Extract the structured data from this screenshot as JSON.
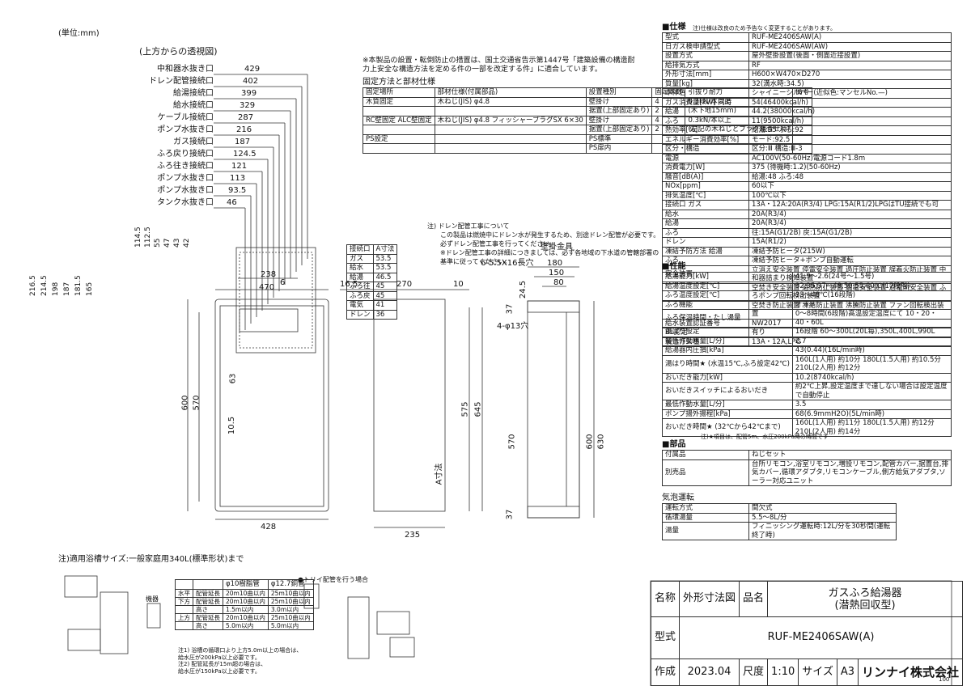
{
  "unit_note": "(単位:mm)",
  "top_view": {
    "title": "(上方からの透視図)",
    "rows": [
      {
        "label": "中和器水抜き口",
        "value": "429"
      },
      {
        "label": "ドレン配管接続口",
        "value": "402"
      },
      {
        "label": "給湯接続口",
        "value": "399"
      },
      {
        "label": "給水接続口",
        "value": "329"
      },
      {
        "label": "ケーブル接続口",
        "value": "287"
      },
      {
        "label": "ポンプ水抜き口",
        "value": "216"
      },
      {
        "label": "ガス接続口",
        "value": "187"
      },
      {
        "label": "ふろ戻り接続口",
        "value": "124.5"
      },
      {
        "label": "ふろ往き接続口",
        "value": "121"
      },
      {
        "label": "ポンプ水抜き口",
        "value": "113"
      },
      {
        "label": "ポンプ水抜き口",
        "value": "93.5"
      },
      {
        "label": "タンク水抜き口",
        "value": "46"
      }
    ],
    "vertical_dims": [
      "114.5",
      "112.5",
      "55",
      "47",
      "43",
      "42"
    ],
    "side_dims": [
      "216.5",
      "214.5",
      "198",
      "187",
      "181.5",
      "165"
    ]
  },
  "note_install": "※本製品の設置・転倒防止の措置は、国土交通省告示第1447号「建築設備の構造耐力上安全な構造方法を定める件の一部を改定する件」に適合しています。",
  "fixing": {
    "title": "固定方法と部材仕様",
    "headers": [
      "固定場所",
      "部材仕様(付属部品)",
      "設置種別",
      "固定本数",
      "引抜り耐力",
      "備考"
    ],
    "rows": [
      [
        "木質固定",
        "木ねじ(JIS) φ4.8",
        "壁掛け",
        "4",
        "0.3kN/本以上",
        ""
      ],
      [
        "",
        "",
        "据置(上部固定あり)",
        "2",
        "(木下地15mm)",
        ""
      ],
      [
        "RC壁固定 ALC壁固定",
        "木ねじ(JIS) φ4.8 フィッシャープラグSX 6×30",
        "壁掛け",
        "4",
        "0.3kN/本以上",
        ""
      ],
      [
        "",
        "",
        "据置(上部固定あり)",
        "2",
        "(左記の木ねじとプラグ組合せ時)",
        ""
      ],
      [
        "PS設定",
        "",
        "PS標準",
        "",
        "",
        ""
      ],
      [
        "",
        "",
        "PS扉内",
        "",
        "",
        ""
      ]
    ]
  },
  "drain_note": [
    "注) ドレン配管工事について",
    "この製品は燃焼中にドレン水が発生するため、別途ドレン配管が必要です。",
    "必ずドレン配管工事を行ってください。",
    "※ドレン配管工事の詳細につきましては、必ず各地域の下水道の管轄部署の",
    "基準に従ってください。"
  ],
  "conn_table": {
    "headers": [
      "接続口",
      "A寸法"
    ],
    "rows": [
      [
        "ガス",
        "53.5"
      ],
      [
        "給水",
        "53.5"
      ],
      [
        "給湯",
        "46.5"
      ],
      [
        "ふろ往",
        "45"
      ],
      [
        "ふろ戻",
        "45"
      ],
      [
        "電気",
        "41"
      ],
      [
        "ドレン",
        "36"
      ]
    ]
  },
  "front_view": {
    "w": "470",
    "w2": "238",
    "d": "6",
    "h1": "63",
    "h2": "10.5",
    "h3": "600",
    "h4": "570",
    "bottom": "428"
  },
  "side_view": {
    "d1": "16.5",
    "d2": "270",
    "d3": "10",
    "h1": "575",
    "h2": "645",
    "a": "A寸法",
    "bottom": "235"
  },
  "bracket": {
    "title": "壁掛金具",
    "hole": "6-5.5X16長穴",
    "w1": "180",
    "w2": "150",
    "w3": "80",
    "d1": "24.5",
    "d2": "4-φ13穴",
    "h1": "37",
    "h2": "570",
    "h3": "600",
    "h4": "630",
    "h5": "37"
  },
  "bath_note": "注)適用浴槽サイズ:一般家庭用340L(標準形状)まで",
  "pipe_table": {
    "headers": [
      "",
      "",
      "φ10樹脂管",
      "φ12.7銅管"
    ],
    "rows": [
      [
        "水平",
        "配管延長",
        "20m10曲以内",
        "25m10曲以内"
      ],
      [
        "下方",
        "配管延長",
        "20m10曲以内",
        "25m10曲以内"
      ],
      [
        "",
        "高さ",
        "1.5m以内",
        "3.0m以内"
      ],
      [
        "上方",
        "配管延長",
        "20m10曲以内",
        "25m10曲以内"
      ],
      [
        "",
        "高さ",
        "5.0m以内",
        "5.0m以内"
      ]
    ],
    "notes": [
      "注1) 浴槽の循環口より上方5.0m以上の場合は、",
      "給水圧が200kPa以上必要です。",
      "注2) 配管延長が15m超の場合は、",
      "給水圧が150kPa以上必要です。"
    ]
  },
  "trap_label": "●トリイ配管を行う場合",
  "fixture_label": "機器",
  "spec": {
    "heading": "■仕様",
    "note": "注)仕様は改良のため予告なく変更することがあります。",
    "rows": [
      [
        "型式",
        "RUF-ME2406SAW(A)"
      ],
      [
        "日ガス検申請型式",
        "RUF-ME2406SAW(AW)"
      ],
      [
        "設置方式",
        "屋外壁掛設置(後面・側面近接設置)"
      ],
      [
        "給排気方式",
        "RF"
      ],
      [
        "外形寸法[mm]",
        "H600×W470×D270"
      ],
      [
        "質量[kg]",
        "32(満水時:34.5)"
      ],
      [
        "本体色",
        "シャイニーシルバー(近似色:マンセルNo.—)"
      ],
      [
        "ガス消費量[kW] 同時",
        "54(46400kcal/h)"
      ],
      [
        "給湯",
        "44.2(38000kcal/h)"
      ],
      [
        "ふろ",
        "11(9500kcal/h)"
      ],
      [
        "熱効率[%]",
        "給湯:95 ふろ:92"
      ],
      [
        "エネルギー消費効率[%]",
        "モード:92.5"
      ],
      [
        "区分・構造",
        "区分:Ⅲ 構造:Ⅲ-3"
      ],
      [
        "電源",
        "AC100V(50-60Hz)電源コード1.8m"
      ],
      [
        "消費電力[W]",
        "375 (待機時:1.2)(50-60Hz)"
      ],
      [
        "騒音[dB(A)]",
        "給湯:48 ふろ:48"
      ],
      [
        "NOx[ppm]",
        "60以下"
      ],
      [
        "排気温度[℃]",
        "100℃以下"
      ],
      [
        "接続口 ガス",
        "13A・12A:20A(R3/4) LPG:15A(R1/2)LPGはTU接続でも可"
      ],
      [
        "給水",
        "20A(R3/4)"
      ],
      [
        "給湯",
        "20A(R3/4)"
      ],
      [
        "ふろ",
        "往:15A(G1/2B) 戻:15A(G1/2B)"
      ],
      [
        "ドレン",
        "15A(R1/2)"
      ],
      [
        "凍結予防方法 給湯",
        "凍結予防ヒータ(215W)"
      ],
      [
        "ふろ",
        "凍結予防ヒータ+ポンプ自動運転"
      ],
      [
        "安全装置",
        "立消え安全装置 停電安全装置 過圧防止装置 誤着火防止装置 中和器詰まり検知装置"
      ],
      [
        "",
        "空焚き安全装置 過熱防止装置 漏電安全装置 過電流安全装置 ふろポンプ回転検出装置"
      ],
      [
        "",
        "空焚き防止装置 凍結防止装置 沸騰防止装置 ファン回転検出装置"
      ],
      [
        "給水装置認証番号",
        "NW2017"
      ],
      [
        "BL認定",
        "有り"
      ],
      [
        "製造ガス種",
        "13A・12A,LPG"
      ]
    ]
  },
  "perf": {
    "heading": "■性能",
    "rows": [
      [
        "給湯能力[kW]",
        "41.9～2.6(24号～1.5号)"
      ],
      [
        "給湯温度設定[℃]",
        "32,35,37～48,50,55,60℃(17段階)"
      ],
      [
        "ふろ温度設定[℃]",
        "33～48℃(16段階)"
      ],
      [
        "ふろ機能",
        "オート"
      ],
      [
        "ふろ保温時間・たし湯量",
        "0～8時間(6段階)高温設定温度にて 10・20・40・60L"
      ],
      [
        "湯はり設定",
        "16段階 60～300L(20L毎),350L,400L,990L"
      ],
      [
        "最低作動水量[L/分]",
        "2.7"
      ],
      [
        "給湯器内圧損[kPa]",
        "43(0.44)(16L/min時)"
      ],
      [
        "湯はり時間★ (水温15℃,ふろ設定42℃)",
        "160L(1人用) 約10分  180L(1.5人用) 約10.5分  210L(2人用) 約12分"
      ],
      [
        "おいだき能力[kW]",
        "10.2(8740kcal/h)"
      ],
      [
        "おいだきスイッチによるおいだき",
        "約2℃上昇,設定温度まで達しない場合は設定温度で自動停止"
      ],
      [
        "最低作動水量[L/分]",
        "3.5"
      ],
      [
        "ポンプ揚外揚程[kPa]",
        "68(6.9mmH2O)(5L/min時)"
      ],
      [
        "おいだき時間★ (32℃から42℃まで)",
        "160L(1人用) 約11分  180L(1.5人用) 約12分  210L(2人用) 約14分"
      ]
    ],
    "note": "注)★項目は、配管5m、水圧200kPa時の時間です"
  },
  "parts": {
    "heading": "■部品",
    "rows": [
      [
        "付属品",
        "ねじセット"
      ],
      [
        "別売品",
        "台所リモコン,浴室リモコン,増設リモコン,配管カバー,据置台,排気カバー,循環アダプタ,リモコンケーブル,側方給気アダプタ,ソーラー対応ユニット"
      ]
    ]
  },
  "bubble": {
    "heading": "気泡運転",
    "rows": [
      [
        "運転方式",
        "間欠式"
      ],
      [
        "循環湯量",
        "5.5～8L/分"
      ],
      [
        "湯量",
        "フィニッシング運転時:12L/分を30秒間(運転終了時)"
      ]
    ]
  },
  "title_block": {
    "name_label": "名称",
    "name": "外形寸法図",
    "hinmei_label": "品名",
    "hinmei": "ガスふろ給湯器\n(潜熱回収型)",
    "model_label": "型式",
    "model": "RUF-ME2406SAW(A)",
    "made_label": "作成",
    "date": "2023.04",
    "scale_label": "尺度",
    "scale": "1:10",
    "size_label": "サイズ",
    "size": "A3",
    "company": "リンナイ株式会社"
  },
  "page_no": "100"
}
